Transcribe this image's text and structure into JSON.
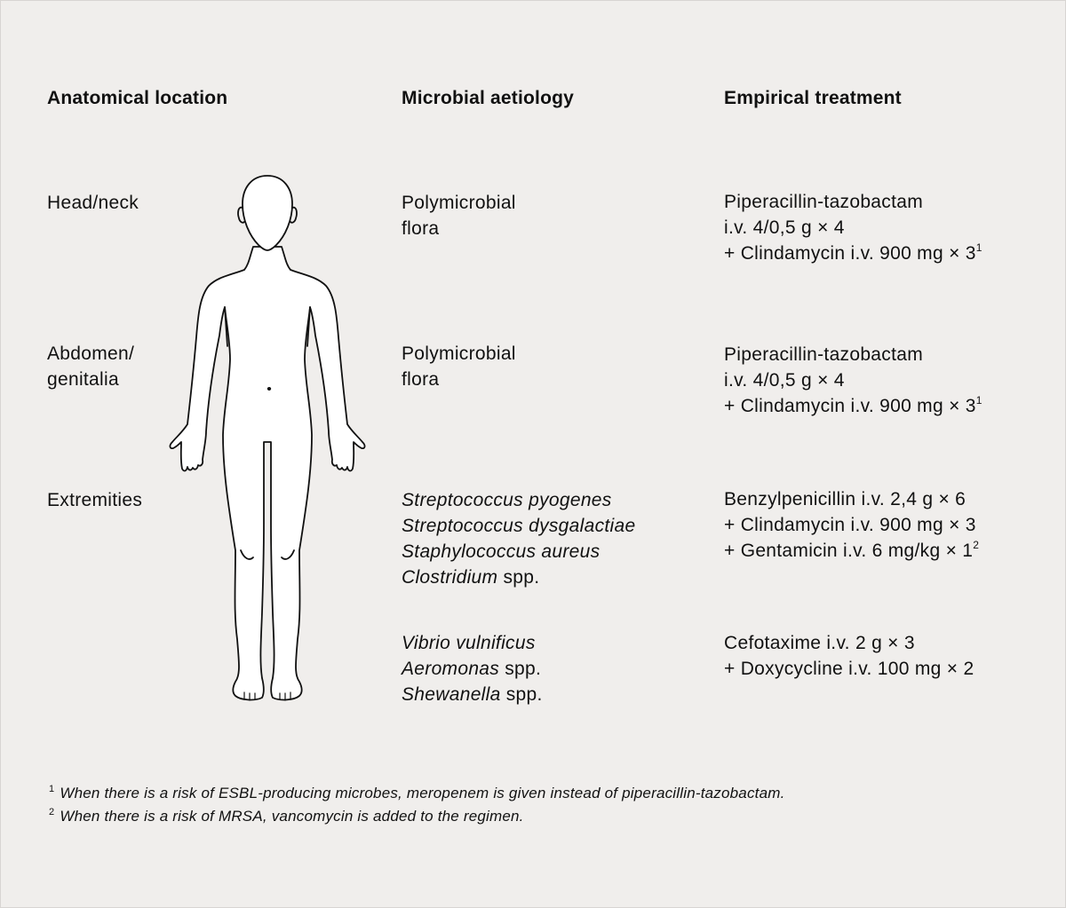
{
  "headers": {
    "location": "Anatomical location",
    "aetiology": "Microbial aetiology",
    "treatment": "Empirical treatment"
  },
  "rows": {
    "head_neck": {
      "location": [
        "Head/neck"
      ],
      "aetiology": [
        "Polymicrobial",
        "flora"
      ],
      "treatment": {
        "line1": "Piperacillin-tazobactam",
        "line2": "i.v. 4/0,5 g × 4",
        "line3": "+ Clindamycin i.v. 900 mg × 3",
        "line3_sup": "1"
      }
    },
    "abdomen": {
      "location": [
        "Abdomen/",
        "genitalia"
      ],
      "aetiology": [
        "Polymicrobial",
        "flora"
      ],
      "treatment": {
        "line1": "Piperacillin-tazobactam",
        "line2": "i.v. 4/0,5 g × 4",
        "line3": "+ Clindamycin i.v. 900 mg × 3",
        "line3_sup": "1"
      }
    },
    "extremities": {
      "location": [
        "Extremities"
      ],
      "aetiology": [
        {
          "genus": "Streptococcus pyogenes",
          "rest": ""
        },
        {
          "genus": "Streptococcus dysgalactiae",
          "rest": ""
        },
        {
          "genus": "Staphylococcus aureus",
          "rest": ""
        },
        {
          "genus": "Clostridium",
          "rest": " spp."
        }
      ],
      "treatment": {
        "line1": "Benzylpenicillin  i.v. 2,4 g × 6",
        "line2": "+ Clindamycin i.v. 900 mg × 3",
        "line3": "+ Gentamicin  i.v. 6 mg/kg × 1",
        "line3_sup": "2"
      }
    },
    "marine": {
      "aetiology": [
        {
          "genus": "Vibrio vulnificus",
          "rest": ""
        },
        {
          "genus": "Aeromonas",
          "rest": " spp."
        },
        {
          "genus": "Shewanella",
          "rest": " spp."
        }
      ],
      "treatment": {
        "line1": "Cefotaxime i.v. 2 g × 3",
        "line2": "+ Doxycycline i.v. 100 mg × 2"
      }
    }
  },
  "footnotes": [
    {
      "mark": "1",
      "text": "When there is a risk of ESBL-producing microbes, meropenem is given instead of piperacillin-tazobactam."
    },
    {
      "mark": "2",
      "text": "When there is a risk of MRSA, vancomycin is added to the regimen."
    }
  ]
}
